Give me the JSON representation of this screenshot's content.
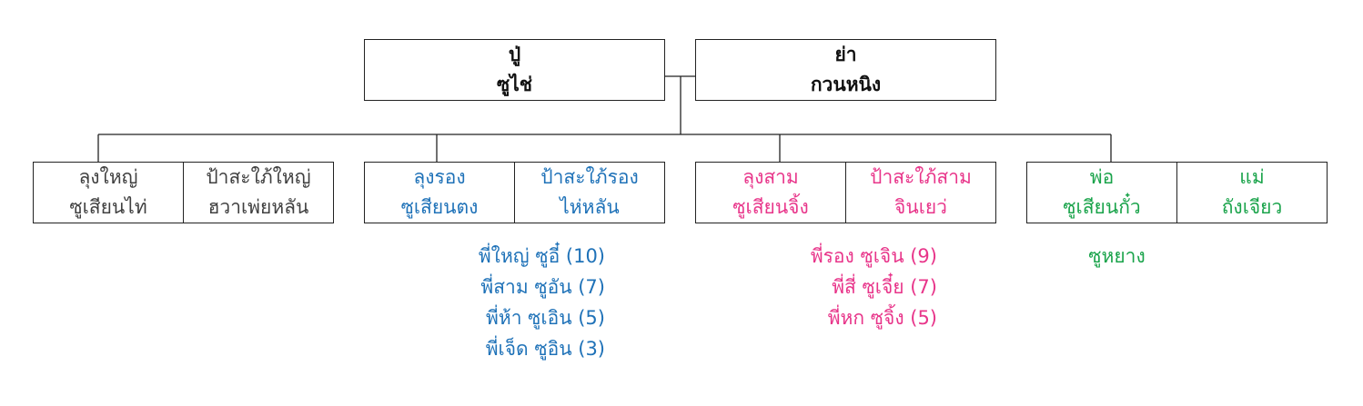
{
  "colors": {
    "line": "#222222",
    "text_default": "#404040",
    "branch_1": "#404040",
    "branch_2": "#1f72b8",
    "branch_3": "#e8358a",
    "branch_4": "#19a34a"
  },
  "grandparents": {
    "grandfather": {
      "role": "ปู่",
      "name": "ซูไช่"
    },
    "grandmother": {
      "role": "ย่า",
      "name": "กวนหนิง"
    }
  },
  "families": [
    {
      "husband": {
        "role": "ลุงใหญ่",
        "name": "ซูเสียนไท่"
      },
      "wife": {
        "role": "ป้าสะใภ้ใหญ่",
        "name": "ฮวาเพ่ยหลัน"
      },
      "children": []
    },
    {
      "husband": {
        "role": "ลุงรอง",
        "name": "ซูเสียนตง"
      },
      "wife": {
        "role": "ป้าสะใภ้รอง",
        "name": "ไห่หลัน"
      },
      "children": [
        "พี่ใหญ่  ซูอี๋ (10)",
        "พี่สาม  ซูอัน (7)",
        "พี่ห้า  ซูเอิน (5)",
        "พี่เจ็ด  ซูอิน (3)"
      ]
    },
    {
      "husband": {
        "role": "ลุงสาม",
        "name": "ซูเสียนจิ้ง"
      },
      "wife": {
        "role": "ป้าสะใภ้สาม",
        "name": "จินเยว่"
      },
      "children": [
        "พี่รอง  ซูเจิน (9)",
        "พี่สี่  ซูเจี๋ย (7)",
        "พี่หก  ซูจิ้ง (5)"
      ]
    },
    {
      "husband": {
        "role": "พ่อ",
        "name": "ซูเสียนกั๋ว"
      },
      "wife": {
        "role": "แม่",
        "name": "ถังเจียว"
      },
      "children": [
        "ซูหยาง"
      ]
    }
  ]
}
